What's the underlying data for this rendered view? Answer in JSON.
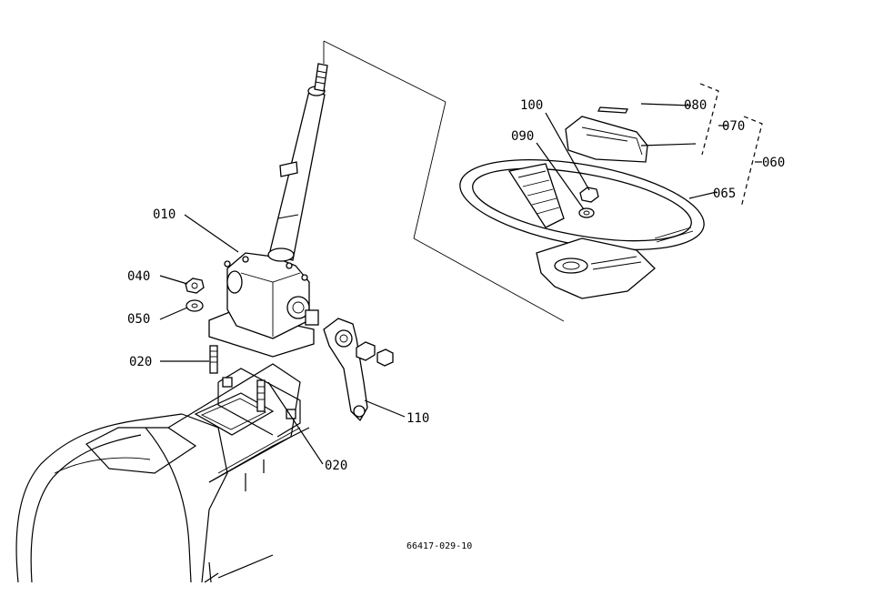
{
  "callouts": {
    "c010": "010",
    "c020a": "020",
    "c020b": "020",
    "c040": "040",
    "c050": "050",
    "c060": "060",
    "c065": "065",
    "c070": "070",
    "c080": "080",
    "c090": "090",
    "c100": "100",
    "c110": "110"
  },
  "reference_code": "66417-029-10"
}
